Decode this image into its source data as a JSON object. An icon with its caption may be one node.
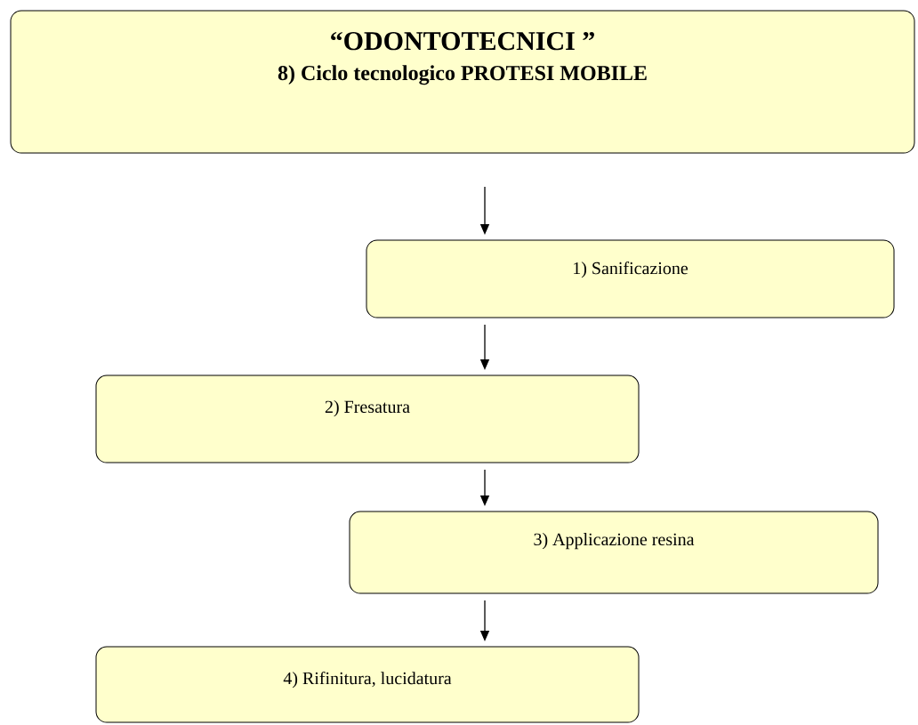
{
  "diagram": {
    "nodes": [
      {
        "text": [
          "“ODONTOTECNICI ”",
          "8) Ciclo tecnologico PROTESI MOBILE"
        ]
      },
      {
        "text": [
          "1) Sanificazione"
        ]
      },
      {
        "text": [
          "2) Fresatura"
        ]
      },
      {
        "text": [
          "3) Applicazione resina"
        ]
      },
      {
        "text": [
          "4) Rifinitura, lucidatura"
        ]
      }
    ],
    "edges": [
      {
        "from": 0,
        "to": 1,
        "arrow": "to"
      },
      {
        "from": 1,
        "to": 2,
        "arrow": "to"
      },
      {
        "from": 2,
        "to": 3,
        "arrow": "to"
      },
      {
        "from": 3,
        "to": 4,
        "arrow": "to"
      }
    ]
  }
}
